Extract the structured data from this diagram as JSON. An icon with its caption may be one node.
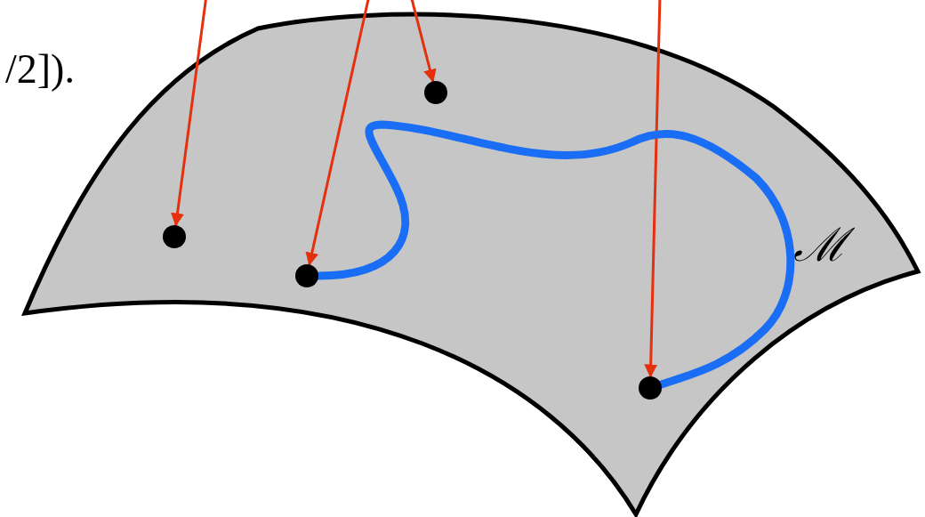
{
  "diagram": {
    "nodes": [
      {
        "text": [
          "ℳ"
        ]
      },
      {
        "text": [],
        "shape": "circle",
        "in": 0
      },
      {
        "text": [],
        "shape": "circle",
        "in": 0
      },
      {
        "text": [],
        "shape": "circle",
        "in": 0
      },
      {
        "text": [],
        "shape": "circle",
        "in": 0
      }
    ],
    "edges": [
      {
        "from": null,
        "to": 1,
        "arrow": "to"
      },
      {
        "from": null,
        "to": 2,
        "arrow": "to"
      },
      {
        "from": null,
        "to": 3,
        "arrow": "to"
      },
      {
        "from": null,
        "to": 4,
        "arrow": "to"
      },
      {
        "from": 2,
        "to": 4,
        "arrow": "none",
        "style": "thick",
        "color": "#1a6ef5"
      }
    ],
    "labels": [
      "/2])."
    ]
  }
}
